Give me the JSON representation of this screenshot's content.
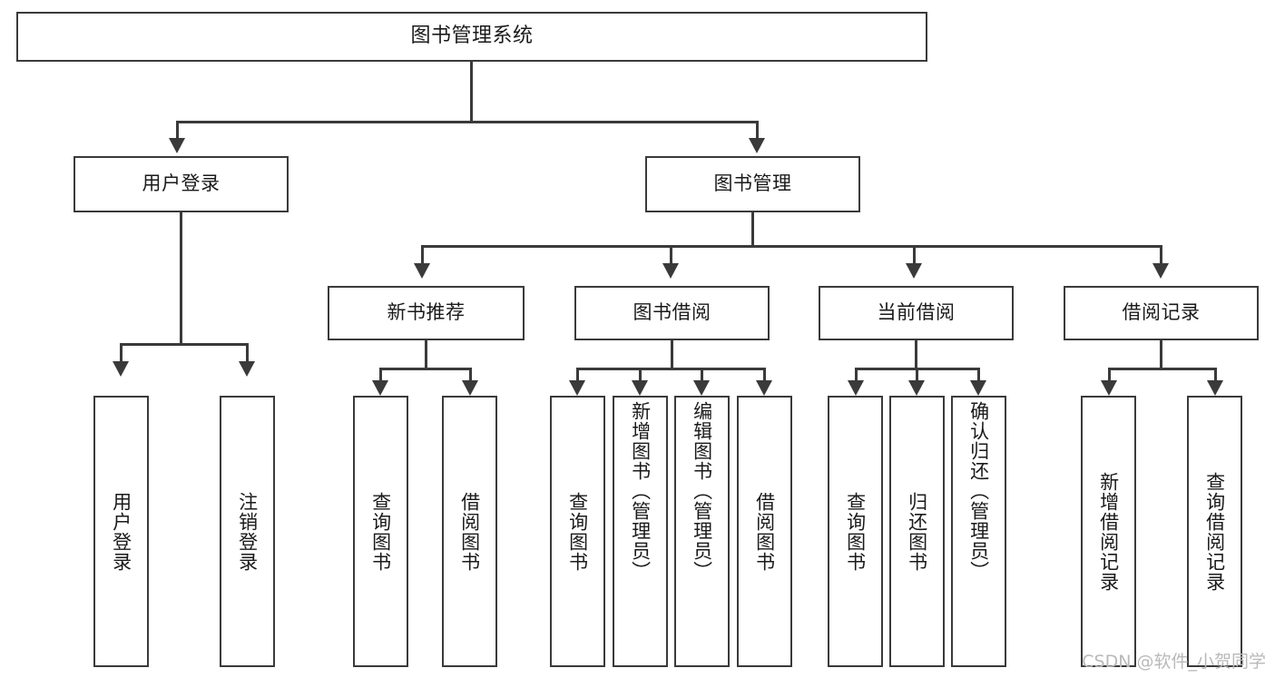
{
  "diagram": {
    "title": "图书管理系统",
    "type": "functional-structure-tree",
    "root": {
      "label": "图书管理系统"
    },
    "level2": [
      {
        "label": "用户登录"
      },
      {
        "label": "图书管理"
      }
    ],
    "level3": [
      {
        "label": "新书推荐"
      },
      {
        "label": "图书借阅"
      },
      {
        "label": "当前借阅"
      },
      {
        "label": "借阅记录"
      }
    ],
    "leaves": {
      "user_login": [
        {
          "label": "用户登录"
        },
        {
          "label": "注销登录"
        }
      ],
      "new_book_recommend": [
        {
          "label": "查询图书"
        },
        {
          "label": "借阅图书"
        }
      ],
      "book_borrow": [
        {
          "label": "查询图书"
        },
        {
          "label": "新增图书（管理员）"
        },
        {
          "label": "编辑图书（管理员）"
        },
        {
          "label": "借阅图书"
        }
      ],
      "current_borrow": [
        {
          "label": "查询图书"
        },
        {
          "label": "归还图书"
        },
        {
          "label": "确认归还（管理员）"
        }
      ],
      "borrow_record": [
        {
          "label": "新增借阅记录"
        },
        {
          "label": "查询借阅记录"
        }
      ]
    }
  },
  "watermark": {
    "text": "CSDN @软件_小贺同学"
  },
  "colors": {
    "border": "#3a3a3a",
    "background": "#ffffff",
    "text": "#1a1a1a",
    "watermark": "#b9b9b9"
  }
}
